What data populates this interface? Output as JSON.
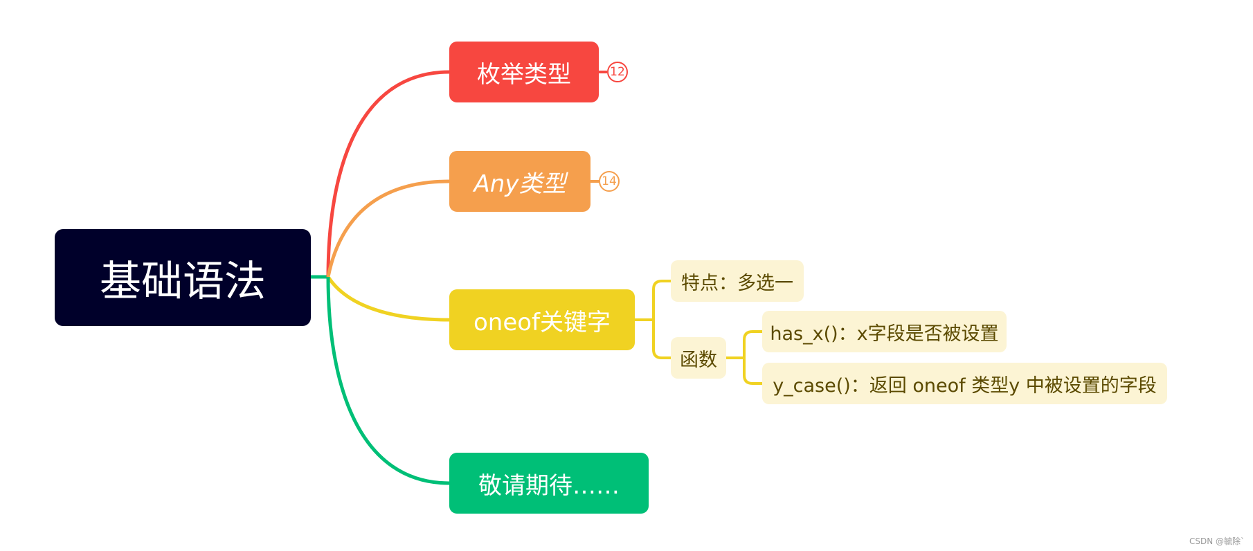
{
  "mindmap": {
    "root": {
      "label": "基础语法"
    },
    "branches": [
      {
        "id": "enum",
        "label": "枚举类型",
        "badge": "12",
        "color": "#f74740"
      },
      {
        "id": "any",
        "label": "Any类型",
        "badge": "14",
        "color": "#f59f4d"
      },
      {
        "id": "oneof",
        "label": "oneof关键字",
        "color": "#f0d222",
        "children": [
          {
            "id": "feature",
            "label": "特点：多选一"
          },
          {
            "id": "func",
            "label": "函数",
            "children": [
              {
                "id": "hasx",
                "label": "has_x()：x字段是否被设置"
              },
              {
                "id": "ycase",
                "label": "y_case()：返回 oneof 类型y 中被设置的字段"
              }
            ]
          }
        ]
      },
      {
        "id": "wait",
        "label": "敬请期待……",
        "color": "#00bf77"
      }
    ]
  },
  "colors": {
    "root_bg": "#00002a",
    "root_connector": "#00bf77",
    "leaf_bg": "#fcf4d4",
    "leaf_text": "#5b4a00"
  },
  "watermark": "CSDN @毓除`"
}
